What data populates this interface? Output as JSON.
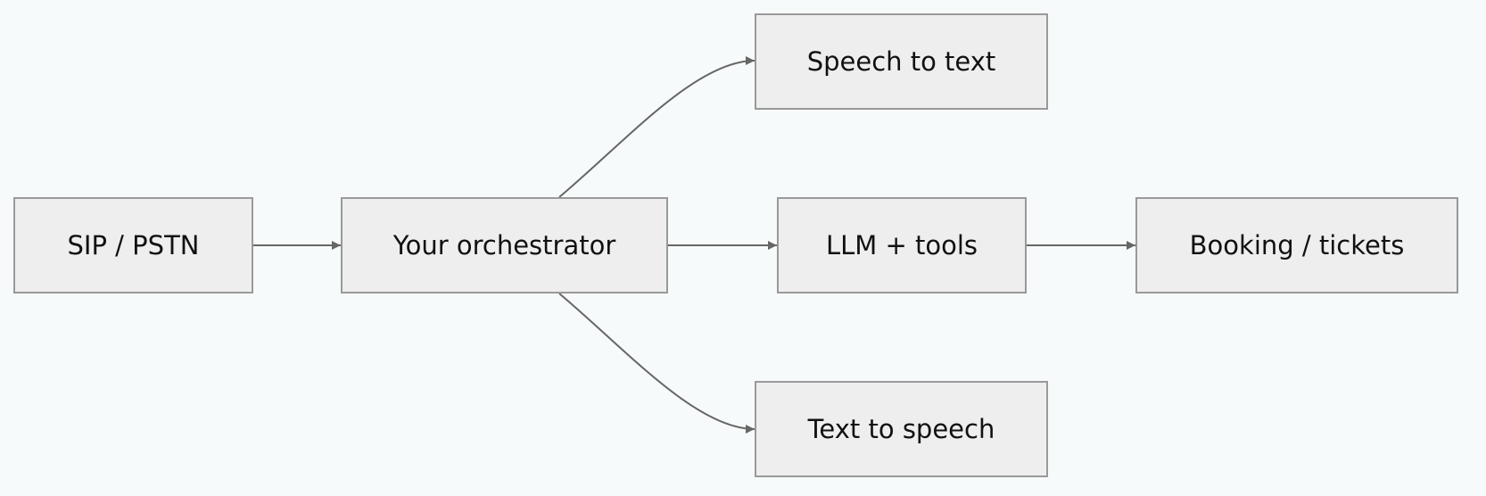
{
  "nodes": {
    "sip_pstn": "SIP / PSTN",
    "orchestrator": "Your orchestrator",
    "speech_to_text": "Speech to text",
    "llm_tools": "LLM + tools",
    "text_to_speech": "Text to speech",
    "booking": "Booking / tickets"
  },
  "edges": [
    {
      "from": "sip_pstn",
      "to": "orchestrator"
    },
    {
      "from": "orchestrator",
      "to": "speech_to_text"
    },
    {
      "from": "orchestrator",
      "to": "llm_tools"
    },
    {
      "from": "orchestrator",
      "to": "text_to_speech"
    },
    {
      "from": "llm_tools",
      "to": "booking"
    }
  ],
  "colors": {
    "background": "#f7fafb",
    "node_fill": "#eeeeee",
    "node_border": "#999999",
    "edge": "#666666",
    "text": "#111111"
  }
}
